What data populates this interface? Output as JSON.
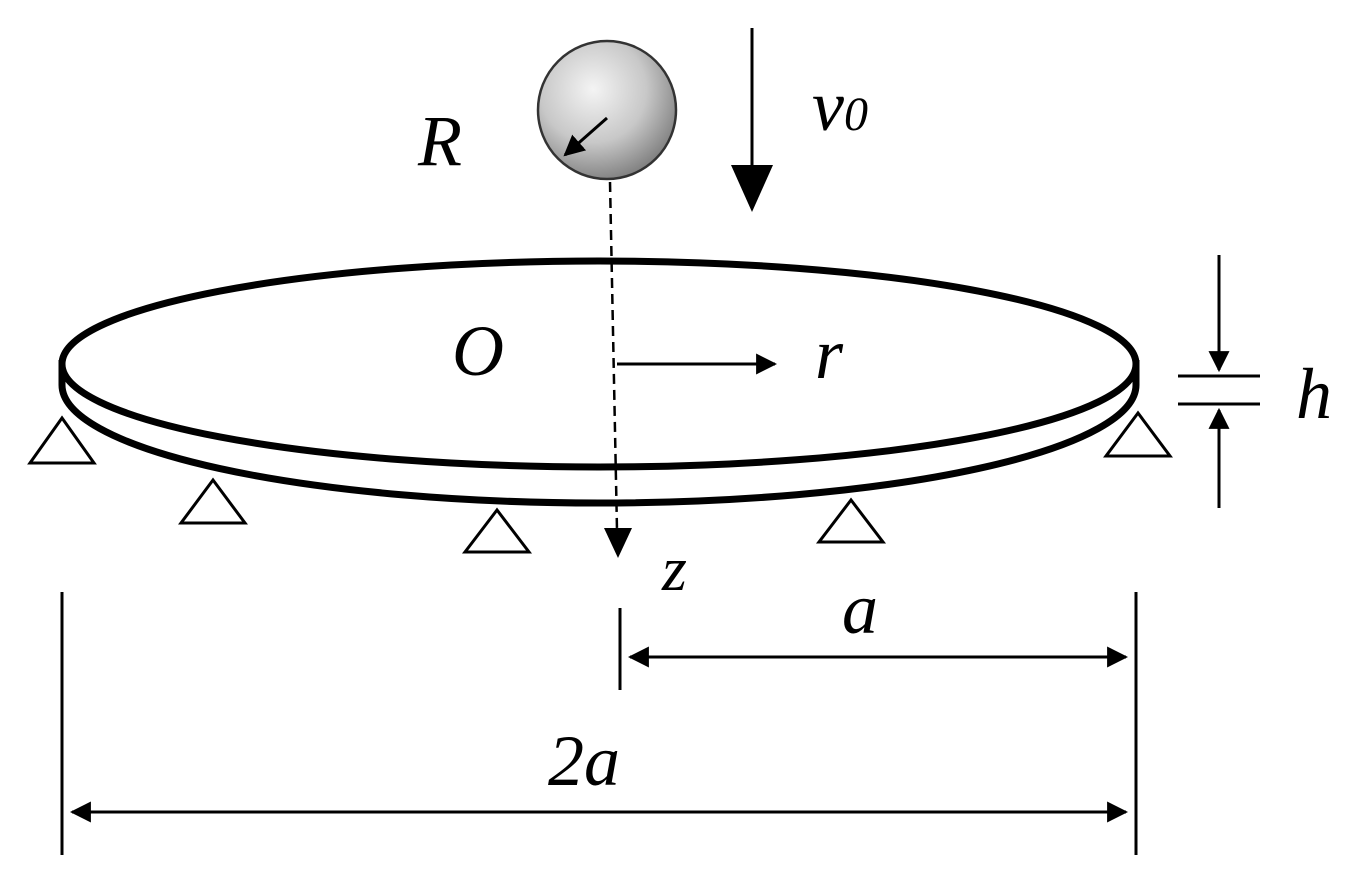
{
  "labels": {
    "sphere_radius": "R",
    "velocity_symbol": "v",
    "velocity_subscript": "0",
    "origin": "O",
    "radial_axis": "r",
    "vertical_axis": "z",
    "thickness": "h",
    "radius_dim": "a",
    "diameter_dim": "2a"
  },
  "colors": {
    "line": "#000000",
    "background": "#ffffff",
    "sphere_light": "#f4f4f4",
    "sphere_mid": "#c8c8c8",
    "sphere_dark": "#7a7a7a"
  }
}
